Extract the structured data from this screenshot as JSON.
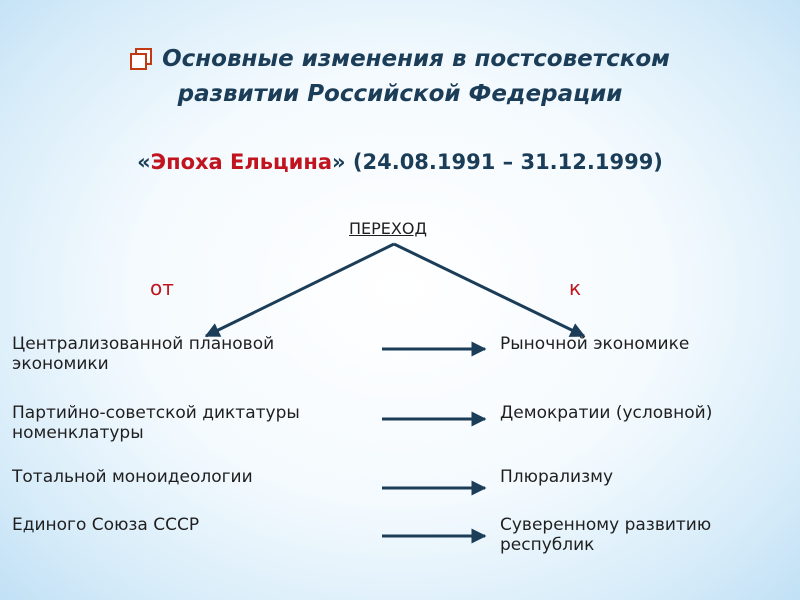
{
  "title": {
    "line1": "Основные изменения в постсоветском",
    "line2": "развитии Российской Федерации"
  },
  "era": {
    "quote_open": "«",
    "name": "Эпоха Ельцина",
    "quote_close": "»",
    "dates": " (24.08.1991 – 31.12.1999)"
  },
  "transition_label": "ПЕРЕХОД",
  "from_label": "от",
  "to_label": "к",
  "rows": [
    {
      "from_1": "Централизованной плановой",
      "from_2": "экономики",
      "to_1": "Рыночной экономике",
      "to_2": ""
    },
    {
      "from_1": "Партийно-советской диктатуры",
      "from_2": "номенклатуры",
      "to_1": "Демократии (условной)",
      "to_2": ""
    },
    {
      "from_1": "Тотальной моноидеологии",
      "from_2": "",
      "to_1": "Плюрализму",
      "to_2": ""
    },
    {
      "from_1": "Единого Союза СССР",
      "from_2": "",
      "to_1": "Суверенному развитию",
      "to_2": "республик"
    }
  ],
  "colors": {
    "title": "#1b3d58",
    "accent_red": "#c0141e",
    "arrow": "#1b3d58",
    "bullet": "#c03a12"
  },
  "icons": {
    "title_bullet": "hollow-double-square-bullet-icon",
    "transition_arrows": "split-arrows",
    "row_arrow": "right-arrow-icon"
  }
}
